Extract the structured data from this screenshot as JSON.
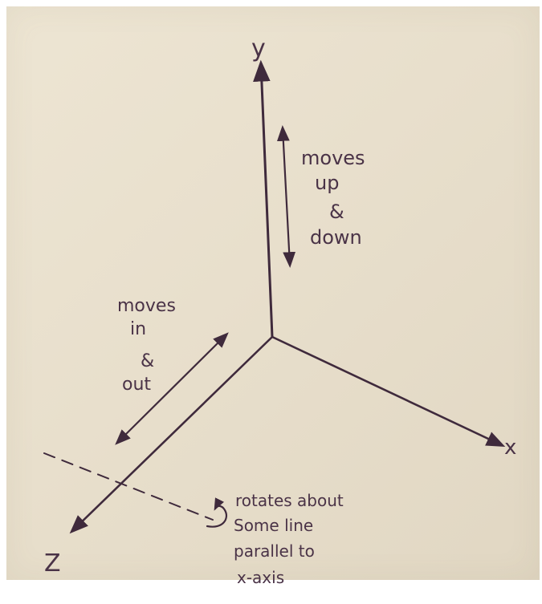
{
  "axes": {
    "y_label": "y",
    "x_label": "x",
    "z_label": "Z"
  },
  "notes": {
    "up_down": [
      "moves",
      "up",
      "&",
      "down"
    ],
    "in_out": [
      "moves",
      "in",
      "&",
      "out"
    ],
    "rotate": [
      "rotates about",
      "Some line",
      "parallel to",
      "x-axis"
    ]
  },
  "colors": {
    "paper": "#e8dfcc",
    "ink": "#3f2a3c"
  }
}
